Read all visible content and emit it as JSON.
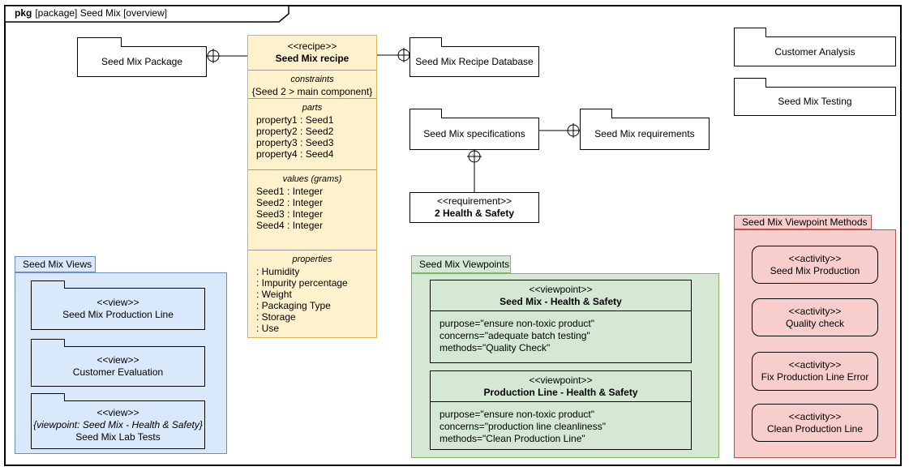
{
  "frame": {
    "keyword": "pkg",
    "title": "[package] Seed Mix [overview]"
  },
  "packages": [
    {
      "label": "Seed Mix Package"
    },
    {
      "label": "Seed Mix Recipe Database"
    },
    {
      "label": "Seed Mix specifications"
    },
    {
      "label": "Seed Mix requirements"
    },
    {
      "label": "Customer Analysis"
    },
    {
      "label": "Seed Mix Testing"
    }
  ],
  "recipe": {
    "stereotype": "<<recipe>>",
    "name": "Seed Mix recipe",
    "constraints": {
      "label": "constraints",
      "lines": [
        "{Seed 2 > main component}"
      ]
    },
    "parts": {
      "label": "parts",
      "lines": [
        "property1 : Seed1",
        "property2 : Seed2",
        "property3 : Seed3",
        "property4 : Seed4"
      ]
    },
    "values": {
      "label": "values (grams)",
      "lines": [
        "Seed1 : Integer",
        "Seed2 : Integer",
        "Seed3 : Integer",
        "Seed4 : Integer"
      ]
    },
    "properties": {
      "label": "properties",
      "lines": [
        ": Humidity",
        ": Impurity percentage",
        ": Weight",
        ": Packaging Type",
        ": Storage",
        ": Use"
      ]
    }
  },
  "requirement": {
    "stereotype": "<<requirement>>",
    "name": "2 Health & Safety"
  },
  "views": {
    "title": "Seed Mix Views",
    "items": [
      {
        "stereotype": "<<view>>",
        "name": "Seed Mix Production Line"
      },
      {
        "stereotype": "<<view>>",
        "name": "Customer Evaluation"
      },
      {
        "stereotype": "<<view>>",
        "qualifier": "{viewpoint: Seed Mix - Health & Safety}",
        "name": "Seed Mix Lab Tests"
      }
    ]
  },
  "viewpoints": {
    "title": "Seed Mix Viewpoints",
    "items": [
      {
        "stereotype": "<<viewpoint>>",
        "name": "Seed Mix - Health & Safety",
        "attributes": [
          "purpose=\"ensure non-toxic product\"",
          "concerns=\"adequate batch testing\"",
          "methods=\"Quality Check\""
        ]
      },
      {
        "stereotype": "<<viewpoint>>",
        "name": "Production Line - Health & Safety",
        "attributes": [
          "purpose=\"ensure non-toxic product\"",
          "concerns=\"production line cleanliness\"",
          "methods=\"Clean Production Line\""
        ]
      }
    ]
  },
  "methods": {
    "title": "Seed Mix Viewpoint Methods",
    "items": [
      {
        "stereotype": "<<activity>>",
        "name": "Seed Mix Production"
      },
      {
        "stereotype": "<<activity>>",
        "name": "Quality check"
      },
      {
        "stereotype": "<<activity>>",
        "name": "Fix Production Line Error"
      },
      {
        "stereotype": "<<activity>>",
        "name": "Clean Production Line"
      }
    ]
  },
  "connectors": [
    {
      "type": "containment",
      "icon": "circle-plus-icon",
      "container": "Seed Mix Package",
      "contained": "Seed Mix recipe"
    },
    {
      "type": "containment",
      "icon": "circle-plus-icon",
      "container": "Seed Mix Recipe Database",
      "contained": "Seed Mix recipe"
    },
    {
      "type": "containment",
      "icon": "circle-plus-icon",
      "container": "Seed Mix requirements",
      "contained": "Seed Mix specifications"
    },
    {
      "type": "containment",
      "icon": "circle-plus-icon",
      "container": "Seed Mix specifications",
      "contained": "2 Health & Safety"
    }
  ],
  "colors": {
    "yellow_fill": "#FFF2CC",
    "yellow_stroke": "#D6B656",
    "blue_fill": "#DAE8FC",
    "blue_stroke": "#6C8EBF",
    "green_fill": "#D5E8D4",
    "green_stroke": "#82B366",
    "red_fill": "#F8CECC",
    "red_stroke": "#B85450"
  }
}
